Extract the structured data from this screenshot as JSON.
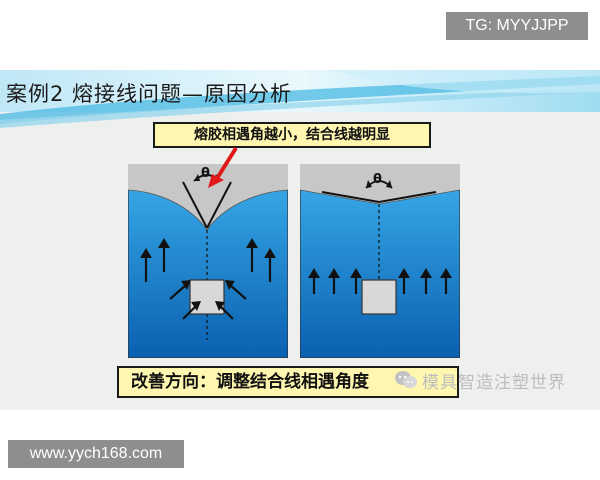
{
  "overlay": {
    "tg_label": "TG: MYYJJPP",
    "url_label": "www.yych168.com"
  },
  "slide": {
    "title": "案例2  熔接线问题—原因分析",
    "callout": "熔胶相遇角越小，结合线越明显",
    "theta_symbol": "θ",
    "improvement": "改善方向：调整结合线相遇角度",
    "watermark": "模具智造注塑世界"
  },
  "colors": {
    "water_top": "#2aa3e6",
    "water_bottom": "#0a63b4",
    "gray_cap": "#c7c7c7",
    "callout_bg": "#fff7b0",
    "red_arrow": "#e01818"
  },
  "icons": [
    "wechat-icon",
    "arrow-up-icon",
    "arrow-diagonal-icon"
  ]
}
